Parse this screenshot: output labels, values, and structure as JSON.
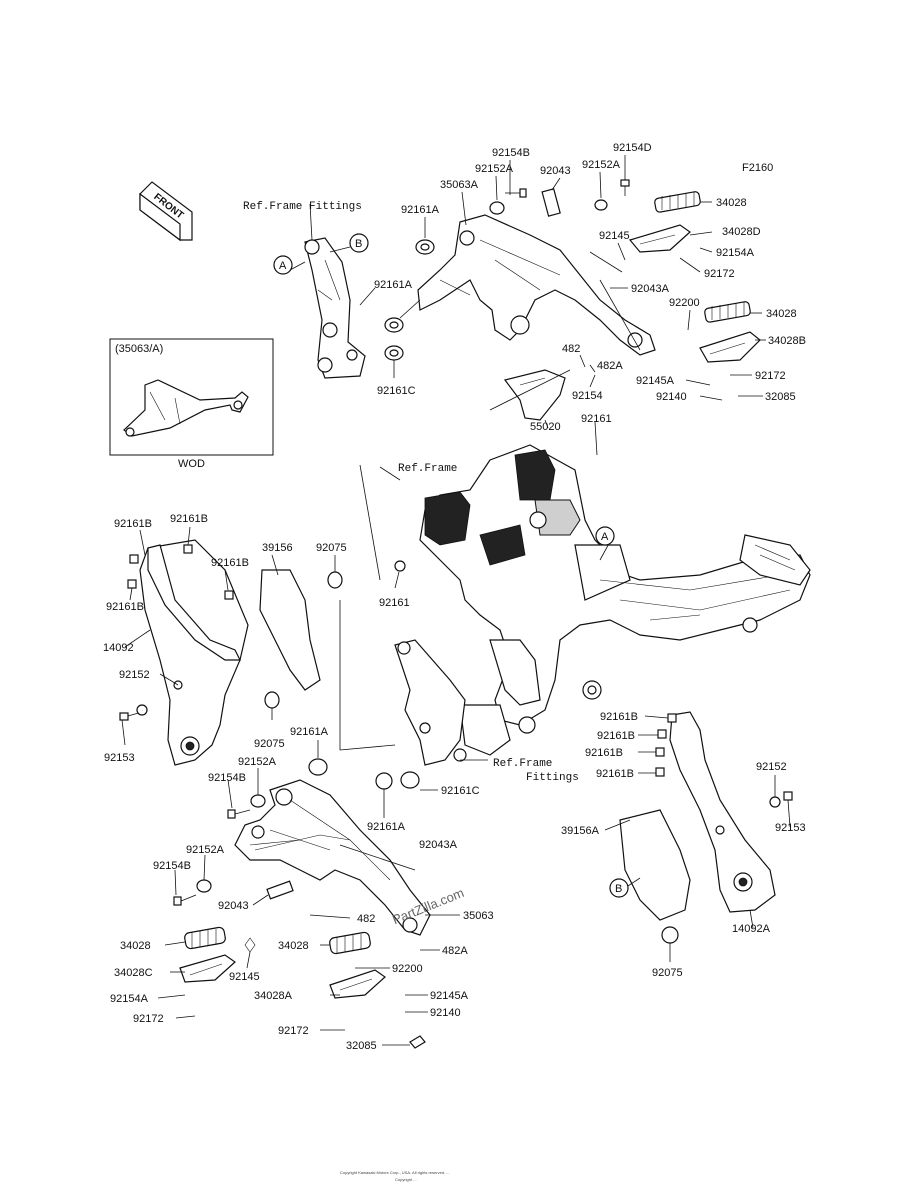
{
  "diagram_code": "F2160",
  "front_arrow_label": "FRONT",
  "inset_title": "(35063/A)",
  "inset_caption": "WOD",
  "watermark": "PartZilla.com",
  "references": {
    "frame_fittings_top": "Ref.Frame Fittings",
    "frame": "Ref.Frame",
    "frame_fittings_mid_line1": "Ref.Frame",
    "frame_fittings_mid_line2": "Fittings"
  },
  "markers": {
    "a_top": "A",
    "b_top": "B",
    "a_mid": "A",
    "b_bottom": "B"
  },
  "footer": {
    "line1": "Copyright Kawasaki Motors Corp., USA. All rights reserved. ...",
    "line2": "Copyright ..."
  },
  "labels": {
    "p92154B_top": "92154B",
    "p92154D_top": "92154D",
    "p92152A_top1": "92152A",
    "p92043_top": "92043",
    "p92152A_top2": "92152A",
    "p35063A": "35063A",
    "p92161A_top": "92161A",
    "p34028_top": "34028",
    "p34028D": "34028D",
    "p92154A_top": "92154A",
    "p92145_top": "92145",
    "p92172_top": "92172",
    "p92161A_mid": "92161A",
    "p92043A_top": "92043A",
    "p92200_top": "92200",
    "p34028_top2": "34028",
    "p34028B": "34028B",
    "p482_top": "482",
    "p482A_top": "482A",
    "p92145A_top": "92145A",
    "p92172_top2": "92172",
    "p92140_top": "92140",
    "p32085_top": "32085",
    "p92161C_top": "92161C",
    "p92154_top": "92154",
    "p55020": "55020",
    "p92161_top": "92161",
    "p92161B_l1": "92161B",
    "p92161B_l2": "92161B",
    "p92161B_l3": "92161B",
    "p92161B_l4": "92161B",
    "p39156": "39156",
    "p92075_l1": "92075",
    "p14092": "14092",
    "p92152_l": "92152",
    "p92153_l": "92153",
    "p92075_l2": "92075",
    "p92161_mid": "92161",
    "p92161A_l": "92161A",
    "p92152A_l1": "92152A",
    "p92154B_l": "92154B",
    "p92161A_bot": "92161A",
    "p92161C_bot": "92161C",
    "p92152A_l2": "92152A",
    "p92154B_l2": "92154B",
    "p92043A_bot": "92043A",
    "p92043_bot": "92043",
    "p482_bot": "482",
    "p35063": "35063",
    "p482A_bot": "482A",
    "p34028_bl": "34028",
    "p34028C": "34028C",
    "p92145_bot": "92145",
    "p92154A_bot": "92154A",
    "p92172_bl": "92172",
    "p34028_bm": "34028",
    "p92200_bot": "92200",
    "p34028A": "34028A",
    "p92145A_bot": "92145A",
    "p92140_bot": "92140",
    "p92172_bm": "92172",
    "p32085_bot": "32085",
    "p92161B_r1": "92161B",
    "p92161B_r2": "92161B",
    "p92161B_r3": "92161B",
    "p92161B_r4": "92161B",
    "p92152_r": "92152",
    "p92153_r": "92153",
    "p39156A": "39156A",
    "p14092A": "14092A",
    "p92075_r": "92075"
  }
}
